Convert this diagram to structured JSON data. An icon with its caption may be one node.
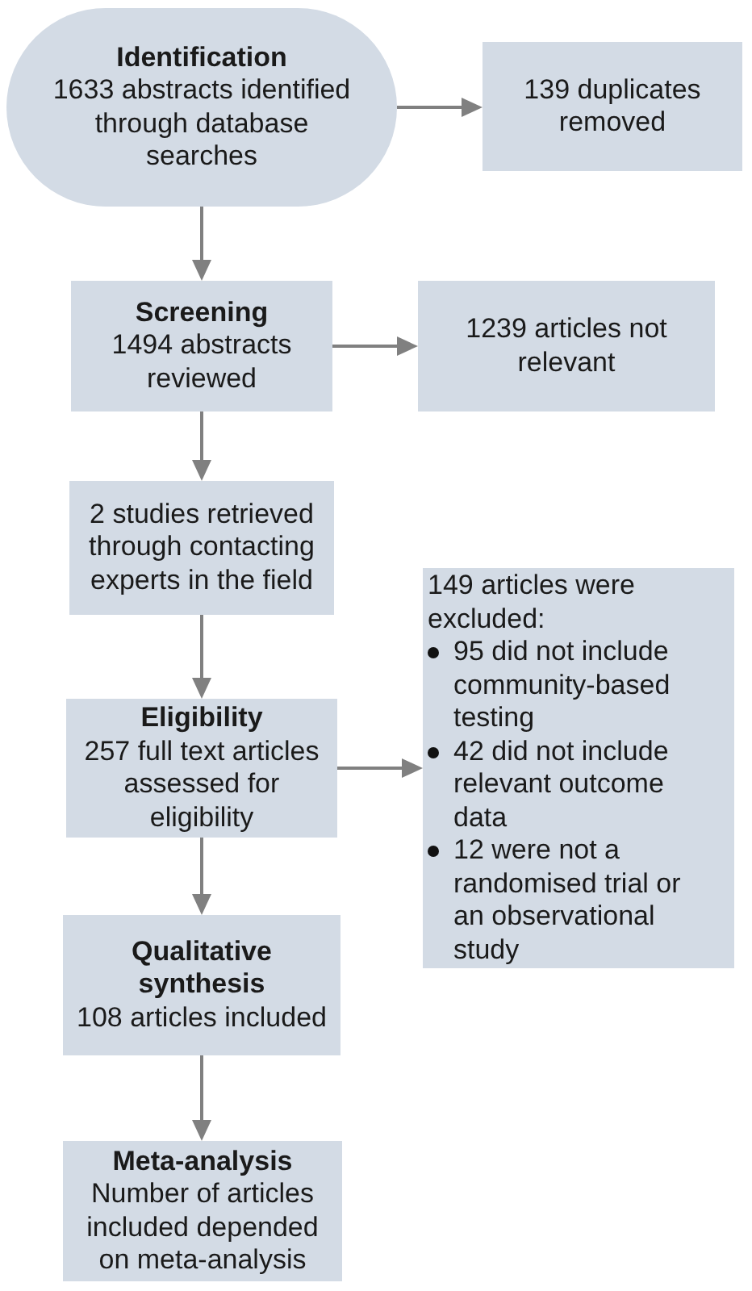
{
  "diagram": {
    "nodes": [
      {
        "text": [
          "Identification",
          "1633 abstracts identified through database searches"
        ]
      },
      {
        "text": [
          "139 duplicates removed"
        ]
      },
      {
        "text": [
          "Screening",
          "1494 abstracts reviewed"
        ]
      },
      {
        "text": [
          "1239 articles not relevant"
        ]
      },
      {
        "text": [
          "2 studies retrieved through contacting experts in the field"
        ]
      },
      {
        "text": [
          "Eligibility",
          "257 full text articles assessed for eligibility"
        ]
      },
      {
        "text": [
          "149 articles were excluded:",
          "95 did not include community-based testing",
          "42 did not include relevant outcome data",
          "12 were not a randomised trial or an observational study"
        ]
      },
      {
        "text": [
          "Qualitative synthesis",
          "108 articles included"
        ]
      },
      {
        "text": [
          "Meta-analysis",
          "Number of articles included depended on meta-analysis"
        ]
      }
    ],
    "edges": [
      {
        "from": 0,
        "to": 1,
        "arrow": "to"
      },
      {
        "from": 0,
        "to": 2,
        "arrow": "to"
      },
      {
        "from": 2,
        "to": 3,
        "arrow": "to"
      },
      {
        "from": 2,
        "to": 4,
        "arrow": "to"
      },
      {
        "from": 4,
        "to": 5,
        "arrow": "to"
      },
      {
        "from": 5,
        "to": 6,
        "arrow": "to"
      },
      {
        "from": 5,
        "to": 7,
        "arrow": "to"
      },
      {
        "from": 7,
        "to": 8,
        "arrow": "to"
      }
    ]
  }
}
